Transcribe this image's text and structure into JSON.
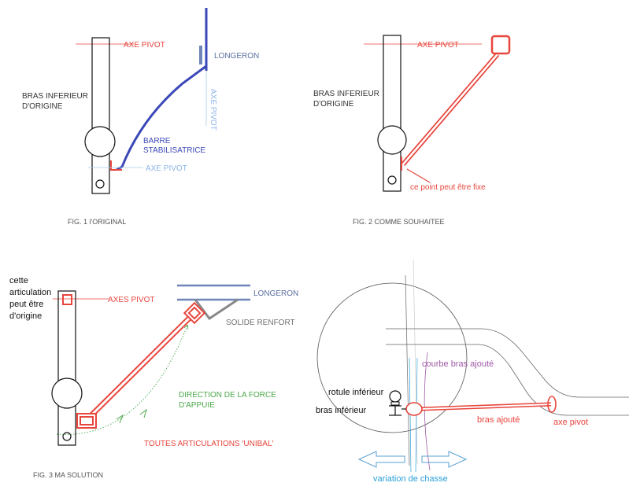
{
  "fig1": {
    "axe_pivot_top": "AXE PIVOT",
    "longeron": "LONGERON",
    "axe_pivot_vertical": "AXE PIVOT",
    "bras_line1": "BRAS INFERIEUR",
    "bras_line2": "D'ORIGINE",
    "barre_line1": "BARRE",
    "barre_line2": "STABILISATRICE",
    "axe_pivot_bottom": "AXE PIVOT",
    "caption": "FIG. 1 l'ORIGINAL"
  },
  "fig2": {
    "axe_pivot": "AXE PIVOT",
    "bras_line1": "BRAS INFERIEUR",
    "bras_line2": "D'ORIGINE",
    "point_fixe": "ce point peut être fixe",
    "caption": "FIG. 2 COMME SOUHAITEE"
  },
  "fig3": {
    "articulation_line1": "cette",
    "articulation_line2": "articulation",
    "articulation_line3": "peut être",
    "articulation_line4": "d'origine",
    "axes_pivot": "AXES PIVOT",
    "longeron": "LONGERON",
    "solide_renfort": "SOLIDE RENFORT",
    "direction_line1": "DIRECTION DE LA FORCE",
    "direction_line2": "D'APPUIE",
    "unibal": "TOUTES ARTICULATIONS 'UNIBAL'",
    "caption": "FIG. 3 MA SOLUTION"
  },
  "fig4": {
    "courbe": "courbe bras ajouté",
    "rotule": "rotule inférieur",
    "bras_inferieur": "bras inférieur",
    "bras_ajoute": "bras ajouté",
    "axe_pivot": "axe pivot",
    "variation": "variation de chasse"
  },
  "colors": {
    "red": "#e8453c",
    "blue": "#3b48b8",
    "light_blue": "#8ab4e8",
    "green": "#4aa84a",
    "purple": "#a05aa8",
    "steel": "#6f84b8"
  }
}
